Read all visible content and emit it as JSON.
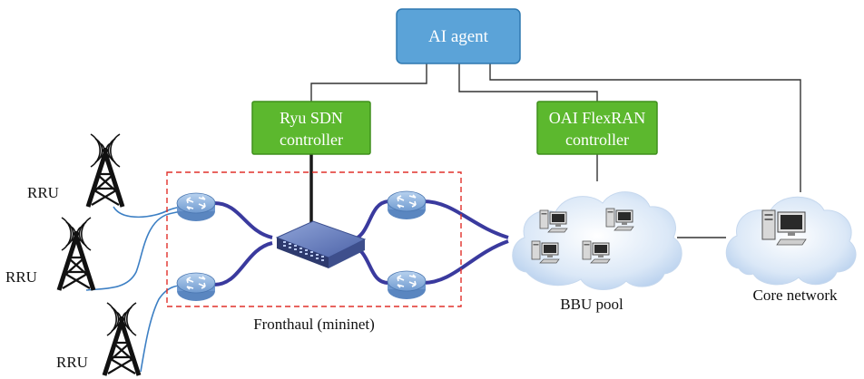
{
  "agent": {
    "label": "AI agent"
  },
  "controllers": [
    {
      "lines": [
        "Ryu SDN",
        "controller"
      ]
    },
    {
      "lines": [
        "OAI FlexRAN",
        "controller"
      ]
    }
  ],
  "fronthaul": {
    "label": "Fronthaul (mininet)"
  },
  "rrus": [
    {
      "label": "RRU"
    },
    {
      "label": "RRU"
    },
    {
      "label": "RRU"
    }
  ],
  "bbu_pool": {
    "label": "BBU pool"
  },
  "core_network": {
    "label": "Core network"
  },
  "colors": {
    "agent_fill": "#5ba3d8",
    "agent_stroke": "#2f78b0",
    "controller_fill": "#5cb82e",
    "controller_stroke": "#3f8f1c",
    "fronthaul_border": "#e0302a",
    "fiber": "#3a3a9e",
    "rru_cable": "#3c7fc4",
    "router": "#7fa9d8"
  },
  "icons": [
    "antenna-tower-icon",
    "router-icon",
    "switch-icon",
    "cloud-icon",
    "computer-icon"
  ]
}
